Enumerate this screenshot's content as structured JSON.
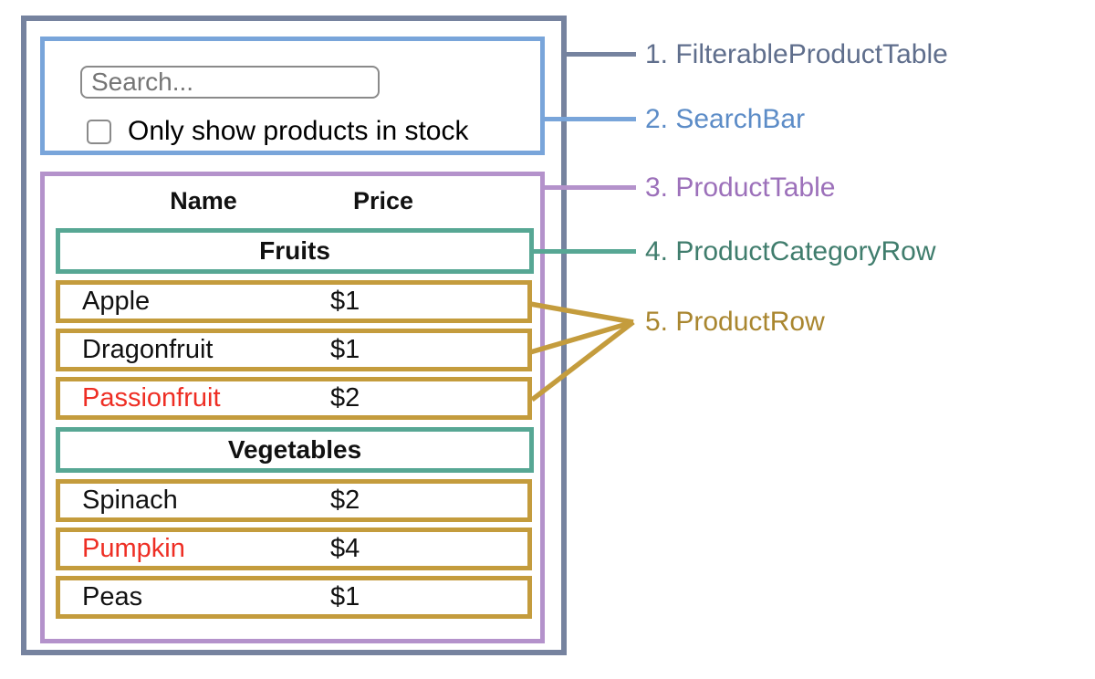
{
  "search_bar": {
    "input_placeholder": "Search...",
    "checkbox_label": "Only show products in stock",
    "checkbox_checked": false
  },
  "table": {
    "columns": [
      "Name",
      "Price"
    ],
    "groups": [
      {
        "category": "Fruits",
        "rows": [
          {
            "name": "Apple",
            "price": "$1",
            "in_stock": true
          },
          {
            "name": "Dragonfruit",
            "price": "$1",
            "in_stock": true
          },
          {
            "name": "Passionfruit",
            "price": "$2",
            "in_stock": false
          }
        ]
      },
      {
        "category": "Vegetables",
        "rows": [
          {
            "name": "Spinach",
            "price": "$2",
            "in_stock": true
          },
          {
            "name": "Pumpkin",
            "price": "$4",
            "in_stock": false
          },
          {
            "name": "Peas",
            "price": "$1",
            "in_stock": true
          }
        ]
      }
    ]
  },
  "labels": [
    {
      "text": "1. FilterableProductTable",
      "color": "#5f6e8c"
    },
    {
      "text": "2. SearchBar",
      "color": "#5c8cc7"
    },
    {
      "text": "3. ProductTable",
      "color": "#9c70ba"
    },
    {
      "text": "4. ProductCategoryRow",
      "color": "#407d6d"
    },
    {
      "text": "5. ProductRow",
      "color": "#a9862f"
    }
  ],
  "colors": {
    "filterable_border": "#76839f",
    "search_border": "#79a5da",
    "table_border": "#b492cb",
    "category_border": "#57a794",
    "row_border": "#c49c3d",
    "out_of_stock_text": "#ee2e24",
    "input_border": "#8a8a8a",
    "placeholder_text": "#757575"
  }
}
